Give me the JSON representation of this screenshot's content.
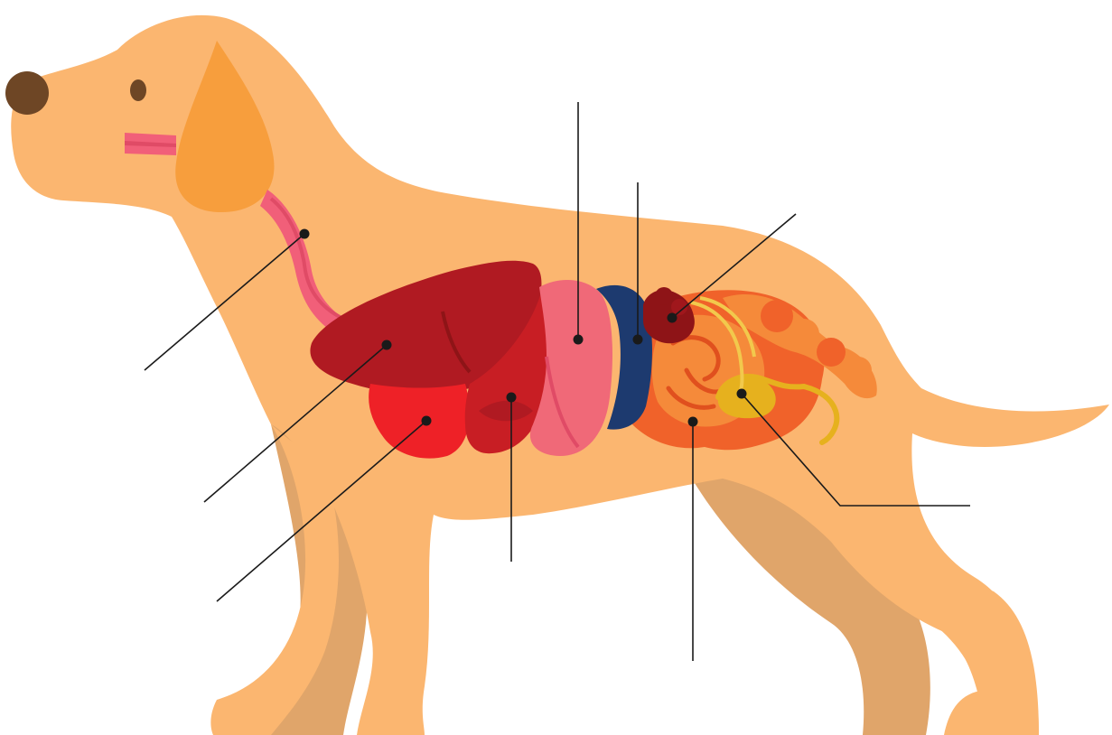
{
  "diagram": {
    "subject": "dog-internal-anatomy",
    "colors": {
      "body": "#FBB670",
      "body_shadow": "#E0A56A",
      "ear": "#F79E3D",
      "nose": "#6E4625",
      "esophagus": "#F15F79",
      "liver": "#B01A22",
      "heart": "#EE2127",
      "lung": "#C81E24",
      "stomach": "#F06978",
      "kidney": "#1D3A6F",
      "spleen": "#8E1417",
      "intestine": "#F0622A",
      "bladder": "#E6B11E",
      "leader_line": "#1a1a1a"
    },
    "labels": [
      {
        "key": "esophagus",
        "text": ""
      },
      {
        "key": "liver",
        "text": ""
      },
      {
        "key": "heart",
        "text": ""
      },
      {
        "key": "lungs",
        "text": ""
      },
      {
        "key": "stomach",
        "text": ""
      },
      {
        "key": "kidney",
        "text": ""
      },
      {
        "key": "spleen",
        "text": ""
      },
      {
        "key": "intestines",
        "text": ""
      },
      {
        "key": "bladder",
        "text": ""
      }
    ]
  }
}
